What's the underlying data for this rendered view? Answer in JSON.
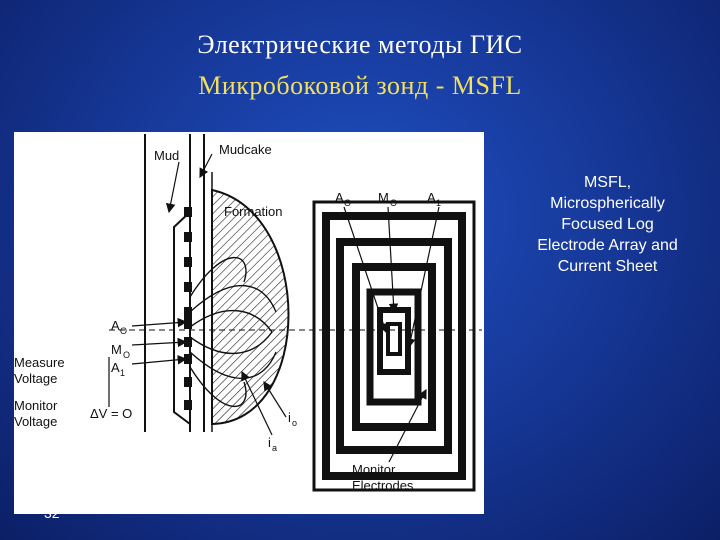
{
  "slide": {
    "title_line1": "Электрические методы ГИС",
    "title_line2": "Микробоковой зонд - MSFL",
    "caption_lines": [
      "MSFL,",
      "Microspherically",
      "Focused Log",
      "Electrode Array and",
      "Current Sheet"
    ],
    "slide_number": "32"
  },
  "figure": {
    "labels": {
      "mud": "Mud",
      "mudcake": "Mudcake",
      "formation": "Formation",
      "a0_left": "A",
      "m0_left": "M",
      "a1_left": "A",
      "sub_o": "O",
      "sub_1": "1",
      "measure_1": "Measure",
      "measure_2": "Voltage",
      "monitor_1": "Monitor",
      "monitor_2": "Voltage",
      "dv": "ΔV = O",
      "io": "i",
      "ia": "i",
      "io_sub": "o",
      "ia_sub": "a",
      "a0_top": "A",
      "m0_top": "M",
      "a1_top": "A",
      "monitor_electrodes_1": "Monitor",
      "monitor_electrodes_2": "Electrodes"
    }
  },
  "colors": {
    "title_line1": "#ffffff",
    "title_line2": "#f2de60",
    "background": "#173a9c"
  },
  "icons": [
    "msfl-electrode-diagram"
  ]
}
